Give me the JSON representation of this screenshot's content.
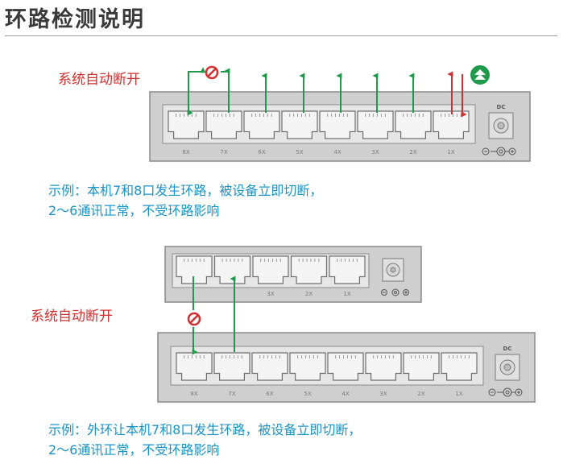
{
  "title": "环路检测说明",
  "diagram1": {
    "label": "系统自动断开",
    "ports": [
      "8X",
      "7X",
      "6X",
      "5X",
      "4X",
      "3X",
      "2X",
      "1X"
    ],
    "dc_label": "DC",
    "caption_line1": "示例：本机7和8口发生环路，被设备立即切断，",
    "caption_line2": "2～6通讯正常，不受环路影响"
  },
  "diagram2": {
    "label": "系统自动断开",
    "top_ports": [
      "",
      "",
      "3X",
      "2X",
      "1X"
    ],
    "bottom_ports": [
      "8X",
      "7X",
      "6X",
      "5X",
      "4X",
      "3X",
      "2X",
      "1X"
    ],
    "dc_label": "DC",
    "caption_line1": "示例：外环让本机7和8口发生环路，被设备立即切断，",
    "caption_line2": "2～6通讯正常，不受环路影响"
  },
  "colors": {
    "arrow_green": "#1e9a4a",
    "arrow_red": "#d32f2f",
    "badge_green": "#1e9a4a",
    "text_blue": "#1a93c6",
    "text_red": "#d32f2f"
  },
  "icons": [
    "no-entry-icon",
    "up-arrows-badge-icon"
  ]
}
